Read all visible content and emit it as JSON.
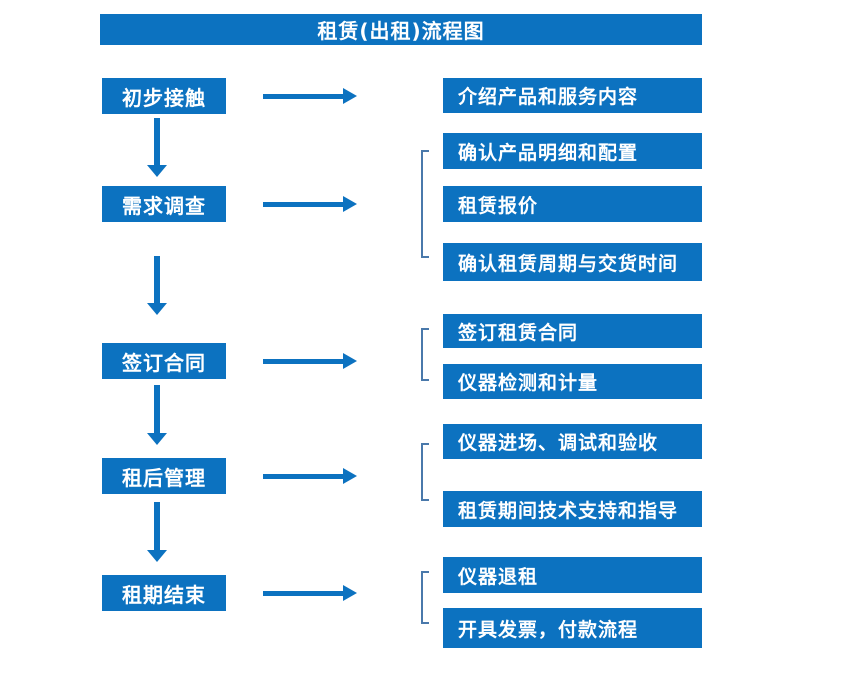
{
  "title": "租赁(出租)流程图",
  "colors": {
    "accent": "#0c72c0",
    "bracket_line": "#4a79ab",
    "text_on_accent": "#ffffff",
    "background": "#ffffff"
  },
  "flow": {
    "steps": [
      {
        "label": "初步接触",
        "details": [
          "介绍产品和服务内容"
        ]
      },
      {
        "label": "需求调查",
        "details": [
          "确认产品明细和配置",
          "租赁报价",
          "确认租赁周期与交货时间"
        ]
      },
      {
        "label": "签订合同",
        "details": [
          "签订租赁合同",
          "仪器检测和计量"
        ]
      },
      {
        "label": "租后管理",
        "details": [
          "仪器进场、调试和验收",
          "租赁期间技术支持和指导"
        ]
      },
      {
        "label": "租期结束",
        "details": [
          "仪器退租",
          "开具发票，付款流程"
        ]
      }
    ]
  }
}
